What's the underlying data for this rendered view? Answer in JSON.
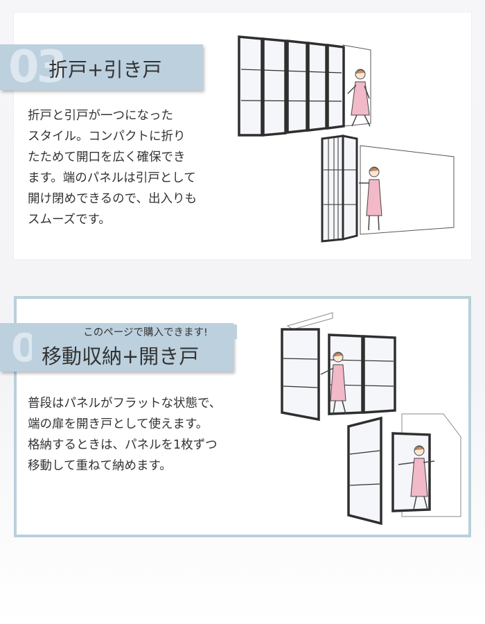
{
  "section1": {
    "number": "03",
    "title": "折戸+引き戸",
    "lines": [
      "折戸と引戸が一つになった",
      "スタイル。コンパクトに折り",
      "たためて開口を広く確保でき",
      "ます。端のパネルは引戸として",
      "開け閉めできるので、出入りも",
      "スムーズです。"
    ]
  },
  "section2": {
    "number": "0",
    "ribbon": "このページで購入できます!",
    "title": "移動収納+開き戸",
    "lines": [
      "普段はパネルがフラットな状態で、",
      "端の扉を開き戸として使えます。",
      "格納するときは、パネルを1枚ずつ",
      "移動して重ねて納めます。"
    ]
  },
  "colors": {
    "label_blue": "#bcd0de",
    "card_border": "#b9d0dc",
    "frame": "#3a3a3a",
    "person_dress": "#f2b9c8"
  }
}
